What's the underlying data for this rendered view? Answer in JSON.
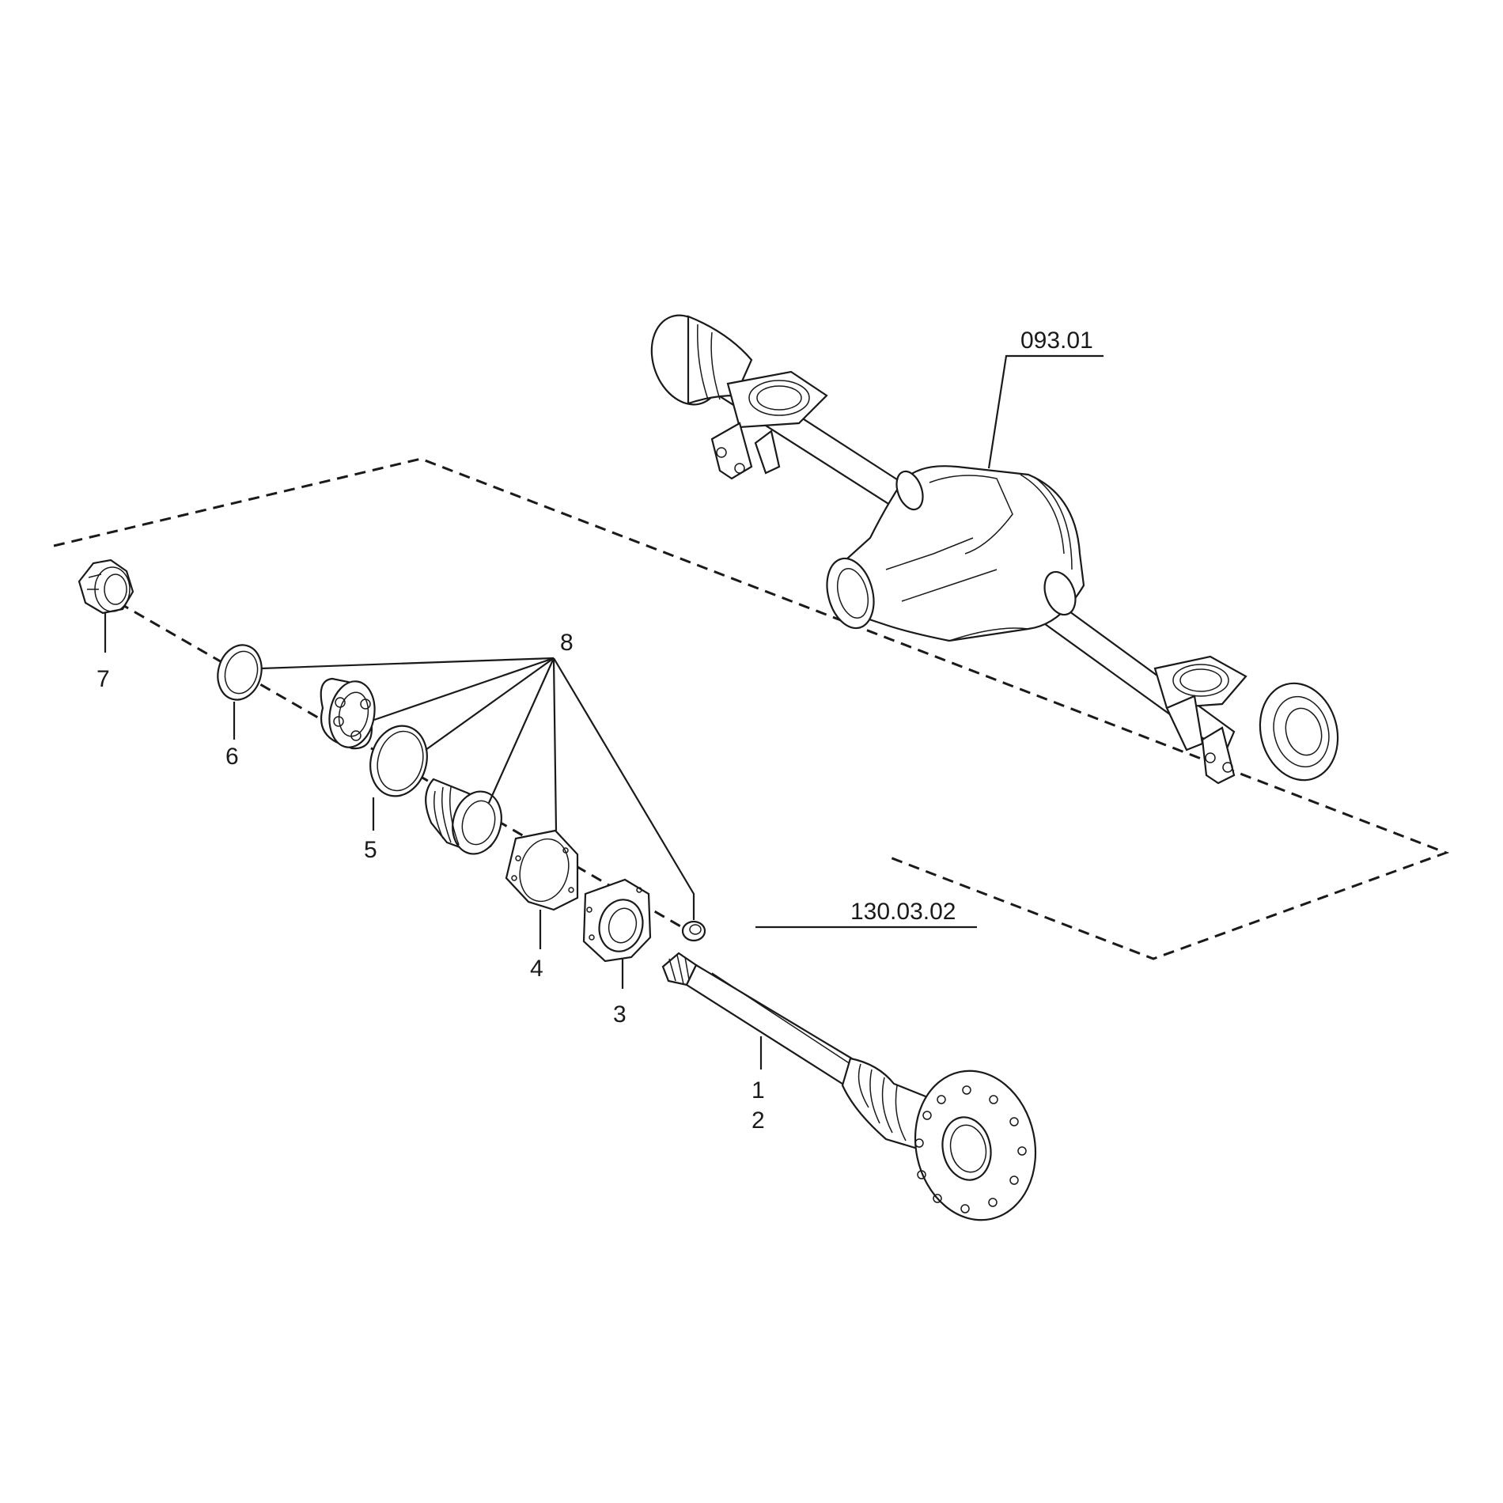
{
  "diagram": {
    "callouts": [
      {
        "id": "c7",
        "text": "7"
      },
      {
        "id": "c6",
        "text": "6"
      },
      {
        "id": "c5",
        "text": "5"
      },
      {
        "id": "c4",
        "text": "4"
      },
      {
        "id": "c3",
        "text": "3"
      },
      {
        "id": "c8",
        "text": "8"
      },
      {
        "id": "c1",
        "text": "1"
      },
      {
        "id": "c2",
        "text": "2"
      }
    ],
    "references": [
      {
        "id": "ref_axle",
        "text": "093.01"
      },
      {
        "id": "ref_shaft",
        "text": "130.03.02"
      }
    ]
  }
}
